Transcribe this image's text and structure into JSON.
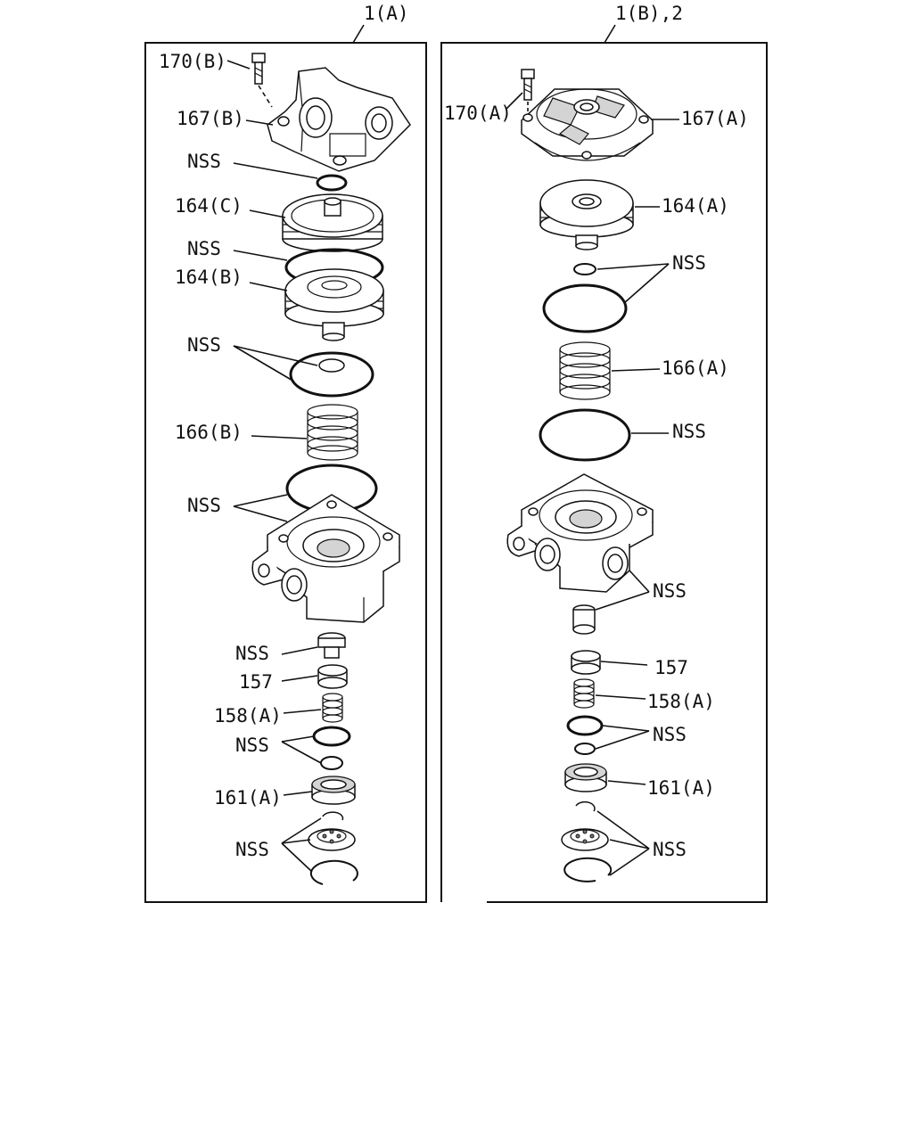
{
  "panels": [
    {
      "title": "1(A)",
      "labels": [
        "170(B)",
        "167(B)",
        "NSS",
        "164(C)",
        "NSS",
        "164(B)",
        "NSS",
        "166(B)",
        "NSS",
        "NSS",
        "157",
        "158(A)",
        "NSS",
        "161(A)",
        "NSS"
      ]
    },
    {
      "title": "1(B),2",
      "labels": [
        "170(A)",
        "167(A)",
        "164(A)",
        "NSS",
        "166(A)",
        "NSS",
        "NSS",
        "157",
        "158(A)",
        "NSS",
        "161(A)",
        "NSS"
      ]
    }
  ]
}
